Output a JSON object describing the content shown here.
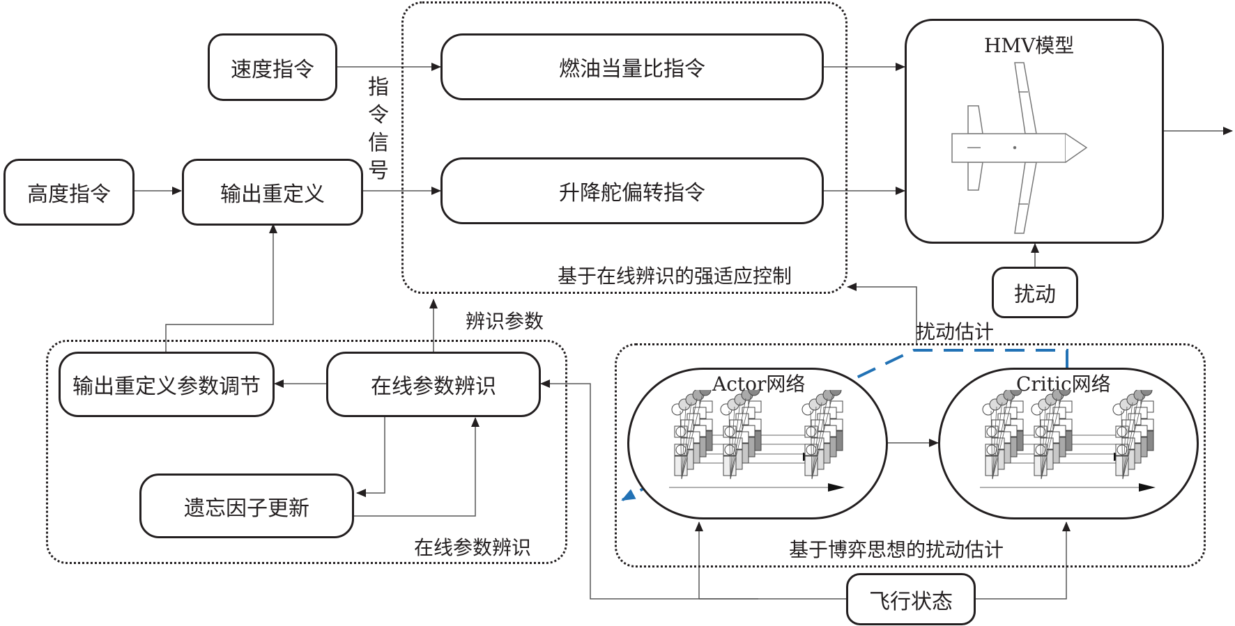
{
  "diagram": {
    "nodes": {
      "speed_cmd": "速度指令",
      "altitude_cmd": "高度指令",
      "output_redef": "输出重定义",
      "fuel_ratio_cmd": "燃油当量比指令",
      "elevator_cmd": "升降舵偏转指令",
      "hmv_model": "HMV模型",
      "disturbance": "扰动",
      "output_redef_param_tuning": "输出重定义参数调节",
      "online_param_id": "在线参数辨识",
      "forgetting_factor_update": "遗忘因子更新",
      "actor_network": "Actor网络",
      "critic_network": "Critic网络",
      "flight_state": "飞行状态"
    },
    "groups": {
      "adaptive_control": "基于在线辨识的强适应控制",
      "online_identification": "在线参数辨识",
      "game_disturbance_estimation": "基于博弈思想的扰动估计"
    },
    "edge_labels": {
      "command_signal": "指令信号",
      "identified_params": "辨识参数",
      "disturbance_estimate": "扰动估计"
    },
    "colors": {
      "line": "#231f20",
      "feedback_dashed": "#2272b5"
    }
  }
}
